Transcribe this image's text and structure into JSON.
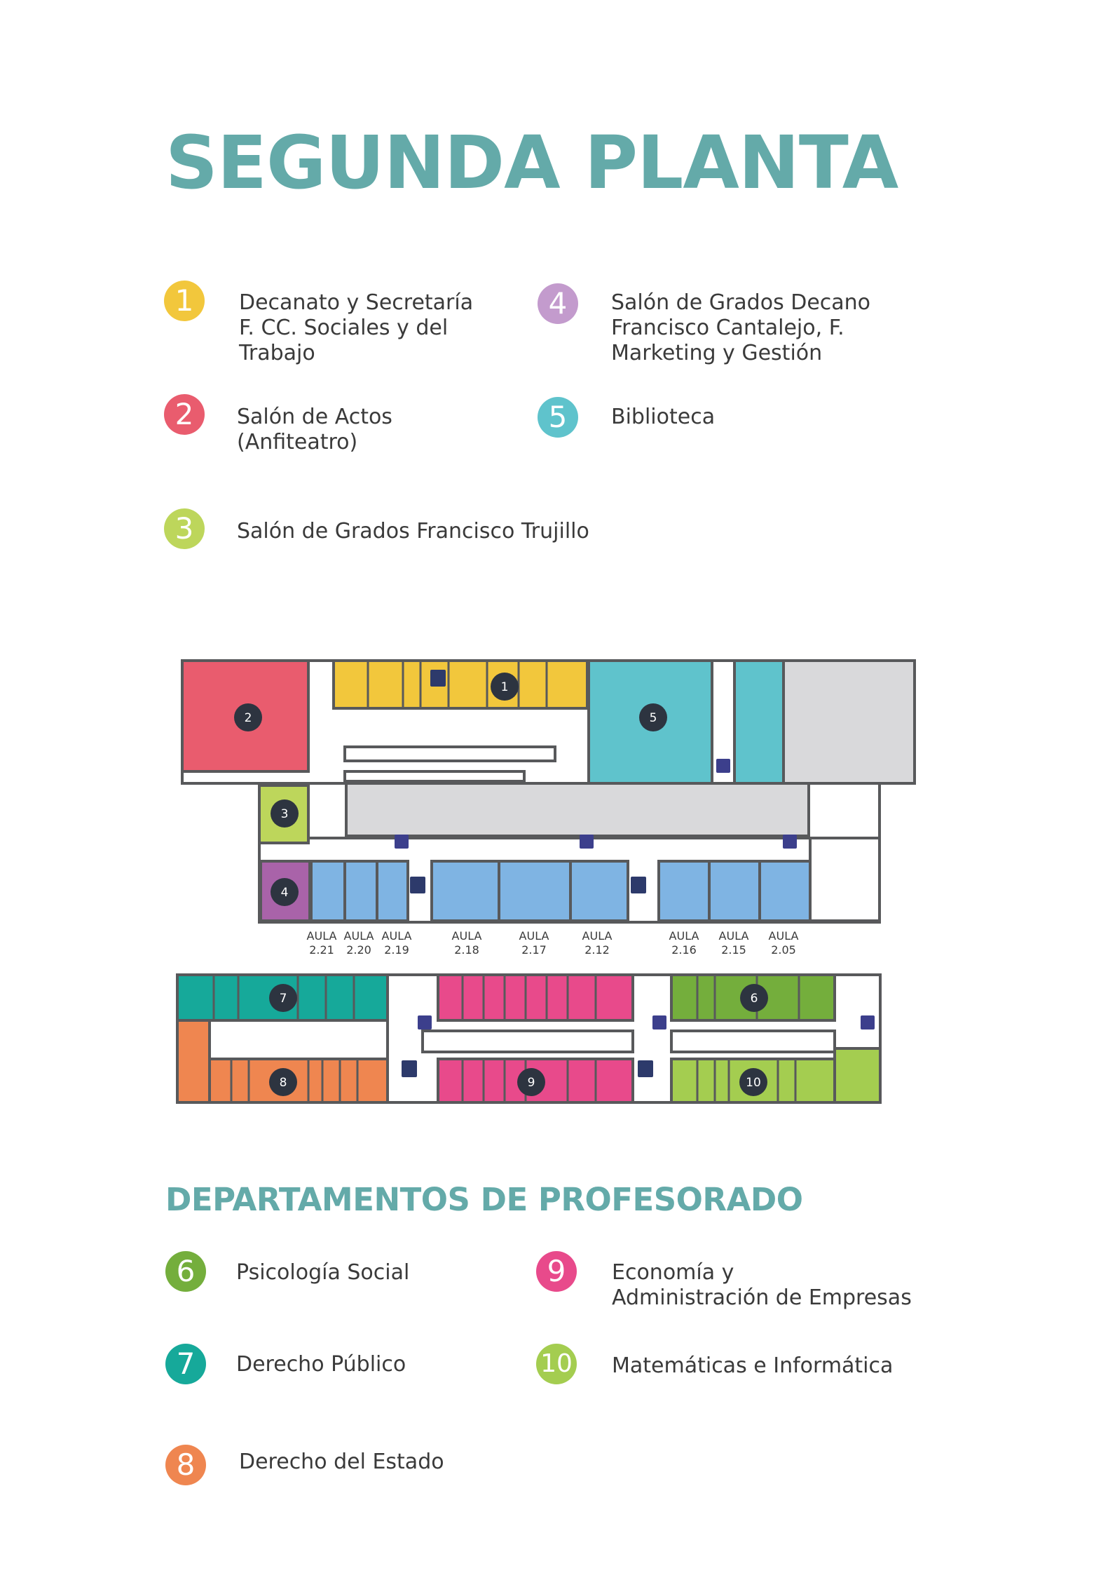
{
  "title": "SEGUNDA PLANTA",
  "legend": [
    {
      "num": "1",
      "label": "Decanato y Secretaría\nF. CC. Sociales y del\nTrabajo",
      "color": "#f2c73c"
    },
    {
      "num": "2",
      "label": "Salón de Actos\n(Anfiteatro)",
      "color": "#e95c6e"
    },
    {
      "num": "3",
      "label": "Salón de Grados Francisco Trujillo",
      "color": "#bdd65b"
    },
    {
      "num": "4",
      "label": "Salón de Grados Decano\nFrancisco Cantalejo, F.\nMarketing y Gestión",
      "color": "#c39bcd"
    },
    {
      "num": "5",
      "label": "Biblioteca",
      "color": "#5fc3cc"
    }
  ],
  "map": {
    "aulas": [
      {
        "label": "AULA",
        "num": "2.21"
      },
      {
        "label": "AULA",
        "num": "2.20"
      },
      {
        "label": "AULA",
        "num": "2.19"
      },
      {
        "label": "AULA",
        "num": "2.18"
      },
      {
        "label": "AULA",
        "num": "2.17"
      },
      {
        "label": "AULA",
        "num": "2.12"
      },
      {
        "label": "AULA",
        "num": "2.16"
      },
      {
        "label": "AULA",
        "num": "2.15"
      },
      {
        "label": "AULA",
        "num": "2.05"
      }
    ],
    "markers": [
      "1",
      "2",
      "3",
      "4",
      "5",
      "6",
      "7",
      "8",
      "9",
      "10"
    ],
    "colors": {
      "wall": "#58595b",
      "corridor": "#ffffff",
      "gray_block": "#d9d9db",
      "decanato": "#f2c73c",
      "salon_actos": "#e95c6e",
      "salon_grados_3": "#bdd65b",
      "salon_grados_4": "#a963a9",
      "biblioteca": "#5fc3cc",
      "aulas": "#7fb4e3",
      "psicologia": "#74ae3c",
      "derecho_publico": "#16a99a",
      "derecho_estado": "#ef8650",
      "economia": "#e84a8b",
      "matematicas": "#a4cd50",
      "marker": "#2d3440",
      "icon": "#3c3f8c"
    }
  },
  "departments_title": "DEPARTAMENTOS DE PROFESORADO",
  "departments": [
    {
      "num": "6",
      "label": "Psicología Social",
      "color": "#74ae3c"
    },
    {
      "num": "7",
      "label": "Derecho Público",
      "color": "#16a99a"
    },
    {
      "num": "8",
      "label": "Derecho del Estado",
      "color": "#ef8650"
    },
    {
      "num": "9",
      "label": "Economía y\nAdministración de Empresas",
      "color": "#e84a8b"
    },
    {
      "num": "10",
      "label": "Matemáticas e Informática",
      "color": "#a4cd50"
    }
  ]
}
